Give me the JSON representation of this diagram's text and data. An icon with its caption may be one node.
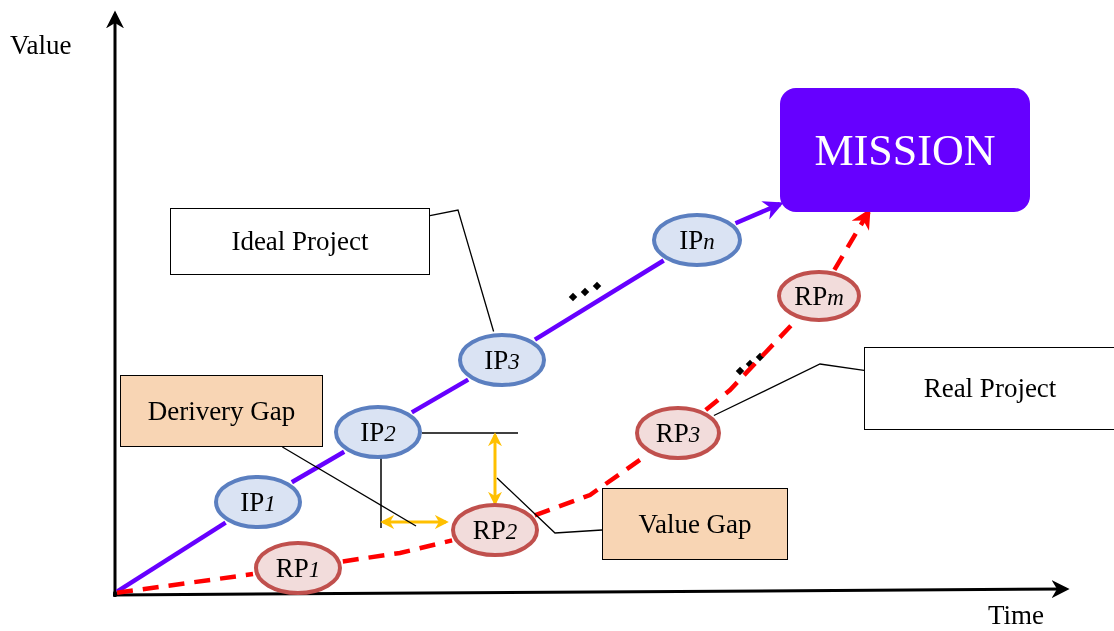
{
  "diagram": {
    "nodes": [
      {
        "text": [
          "MISSION"
        ]
      },
      {
        "text": [
          "Ideal Project"
        ]
      },
      {
        "text": [
          "IPn"
        ]
      },
      {
        "text": [
          "IP3"
        ]
      },
      {
        "text": [
          "IP2"
        ]
      },
      {
        "text": [
          "IP1"
        ]
      },
      {
        "text": [
          "Derivery Gap"
        ]
      },
      {
        "text": [
          "RPm"
        ]
      },
      {
        "text": [
          "Real Project"
        ]
      },
      {
        "text": [
          "RP3"
        ]
      },
      {
        "text": [
          "Value Gap"
        ]
      },
      {
        "text": [
          "RP2"
        ]
      },
      {
        "text": [
          "RP1"
        ]
      },
      {
        "text": [],
        "shape": "point"
      }
    ],
    "edges": [
      {
        "from": 13,
        "to": 5,
        "arrow": "none",
        "color": "#6600ff"
      },
      {
        "from": 5,
        "to": 4,
        "arrow": "none",
        "color": "#6600ff"
      },
      {
        "from": 4,
        "to": 3,
        "arrow": "none",
        "color": "#6600ff"
      },
      {
        "from": 3,
        "to": 2,
        "arrow": "none",
        "color": "#6600ff"
      },
      {
        "from": 2,
        "to": 0,
        "arrow": "to",
        "color": "#6600ff"
      },
      {
        "from": 13,
        "to": 12,
        "arrow": "none",
        "style": "dashed",
        "color": "#ff0000"
      },
      {
        "from": 12,
        "to": 11,
        "arrow": "none",
        "style": "dashed",
        "color": "#ff0000"
      },
      {
        "from": 11,
        "to": 9,
        "arrow": "none",
        "style": "dashed",
        "color": "#ff0000"
      },
      {
        "from": 9,
        "to": 7,
        "arrow": "none",
        "style": "dashed",
        "color": "#ff0000"
      },
      {
        "from": 7,
        "to": 0,
        "arrow": "to",
        "style": "dashed",
        "color": "#ff0000"
      },
      {
        "from": 1,
        "to": 3,
        "arrow": "none",
        "color": "#000000"
      },
      {
        "from": 8,
        "to": 9,
        "arrow": "none",
        "color": "#000000"
      },
      {
        "from": 6,
        "to": null,
        "arrow": "none",
        "color": "#000000"
      },
      {
        "from": 10,
        "to": null,
        "arrow": "none",
        "color": "#000000"
      }
    ],
    "labels": [
      "Value",
      "Time"
    ]
  }
}
